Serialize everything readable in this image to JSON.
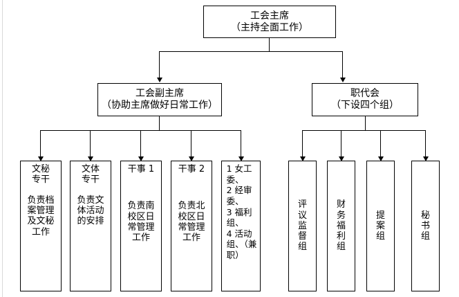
{
  "diagram": {
    "title_box": {
      "id": "chairman",
      "lines": [
        "工会主席",
        "（主持全面工作）"
      ]
    },
    "level2": [
      {
        "id": "vice-chairman",
        "lines": [
          "工会副主席",
          "（协助主席做好日常工作）"
        ]
      },
      {
        "id": "staff-congress",
        "lines": [
          "职代会",
          "（下设四个组）"
        ]
      }
    ],
    "vice_chairman_children": [
      {
        "id": "secretary-clerk",
        "title": "文秘\n专干",
        "desc": "负责档\n案管理\n及文秘\n工作"
      },
      {
        "id": "culture-sports-clerk",
        "title": "文体\n专干",
        "desc": "负责文\n体活动\n的安排"
      },
      {
        "id": "officer-1",
        "title": "干事 1",
        "desc": "负责南\n校区日\n常管理\n工作"
      },
      {
        "id": "officer-2",
        "title": "干事 2",
        "desc": "负责北\n校区日\n常管理\n工作"
      },
      {
        "id": "committees-list",
        "title": "1 女工\n委、\n2 经审\n委、\n3 福利\n组、\n4 活动\n组、（兼\n职）",
        "desc": ""
      }
    ],
    "staff_congress_children": [
      {
        "id": "review-supervision-group",
        "title": "评\n议\n监\n督\n组"
      },
      {
        "id": "finance-welfare-group",
        "title": "财\n务\n福\n利\n组"
      },
      {
        "id": "proposal-group",
        "title": "提\n案\n组"
      },
      {
        "id": "secretariat-group",
        "title": "秘\n书\n组"
      }
    ]
  }
}
